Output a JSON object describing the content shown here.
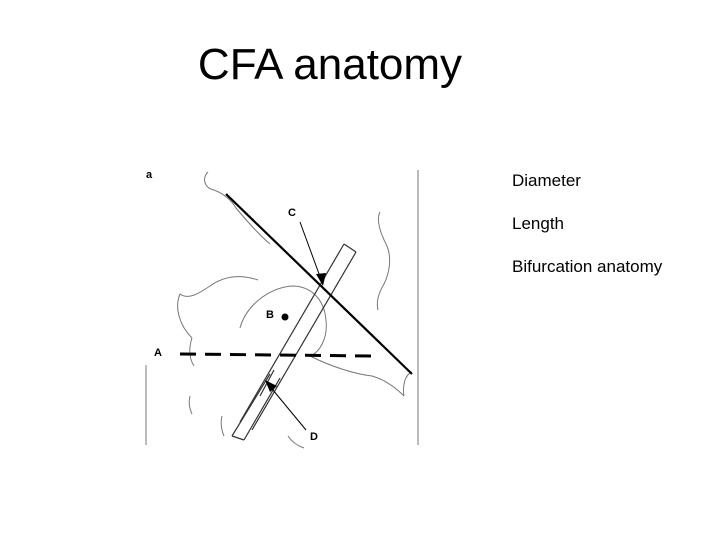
{
  "slide": {
    "title": "CFA anatomy",
    "bullets": [
      "Diameter",
      "Length",
      "Bifurcation anatomy"
    ]
  },
  "diagram": {
    "labels": {
      "a": "a",
      "A": "A",
      "B": "B",
      "C": "C",
      "D": "D"
    }
  },
  "colors": {
    "ink": "#000000",
    "sketch": "#666666",
    "background": "#ffffff"
  }
}
